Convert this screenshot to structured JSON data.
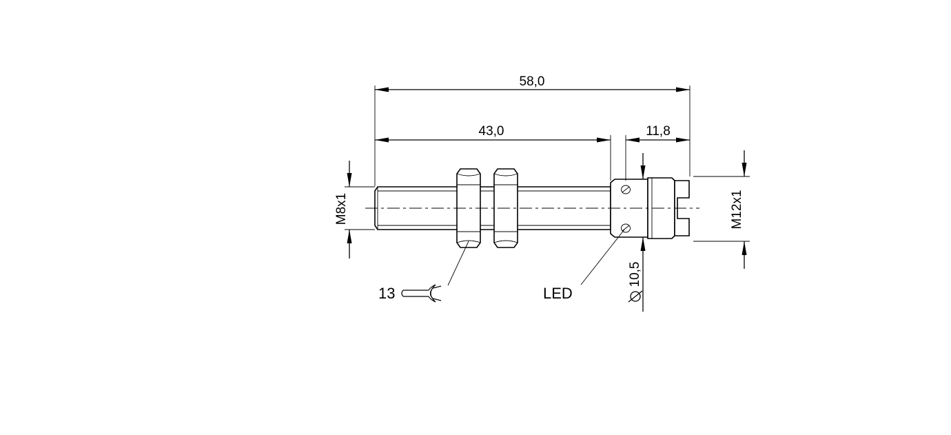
{
  "dimensions": {
    "overall_length": "58,0",
    "thread_length": "43,0",
    "connector_length": "11,8",
    "thread_size": "M8x1",
    "connector_thread": "M12x1",
    "diameter": "10,5"
  },
  "labels": {
    "wrench_size": "13",
    "led": "LED"
  }
}
